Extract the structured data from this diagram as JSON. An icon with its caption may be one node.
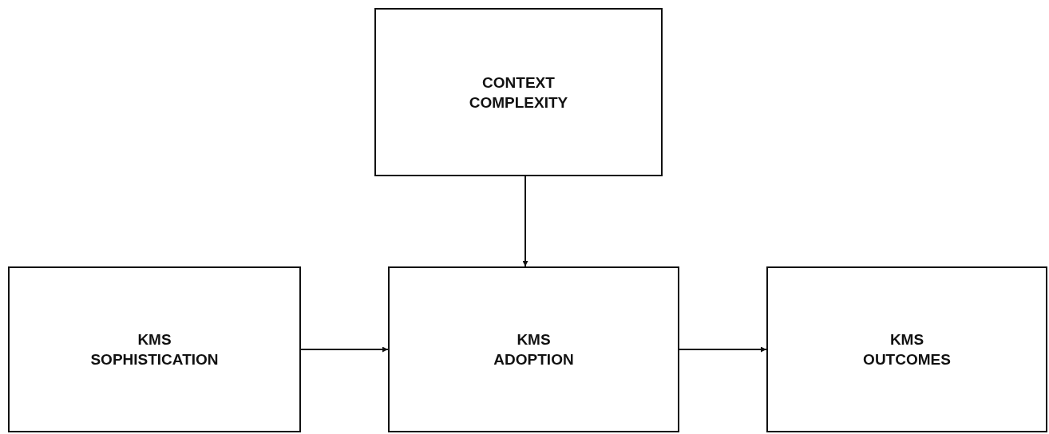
{
  "diagram": {
    "nodes": [
      {
        "text": [
          "CONTEXT COMPLEXITY"
        ]
      },
      {
        "text": [
          "KMS SOPHISTICATION"
        ]
      },
      {
        "text": [
          "KMS ADOPTION"
        ]
      },
      {
        "text": [
          "KMS OUTCOMES"
        ]
      }
    ],
    "edges": [
      {
        "from": 0,
        "to": 2,
        "arrow": "to"
      },
      {
        "from": 1,
        "to": 2,
        "arrow": "to"
      },
      {
        "from": 2,
        "to": 3,
        "arrow": "to"
      }
    ]
  }
}
